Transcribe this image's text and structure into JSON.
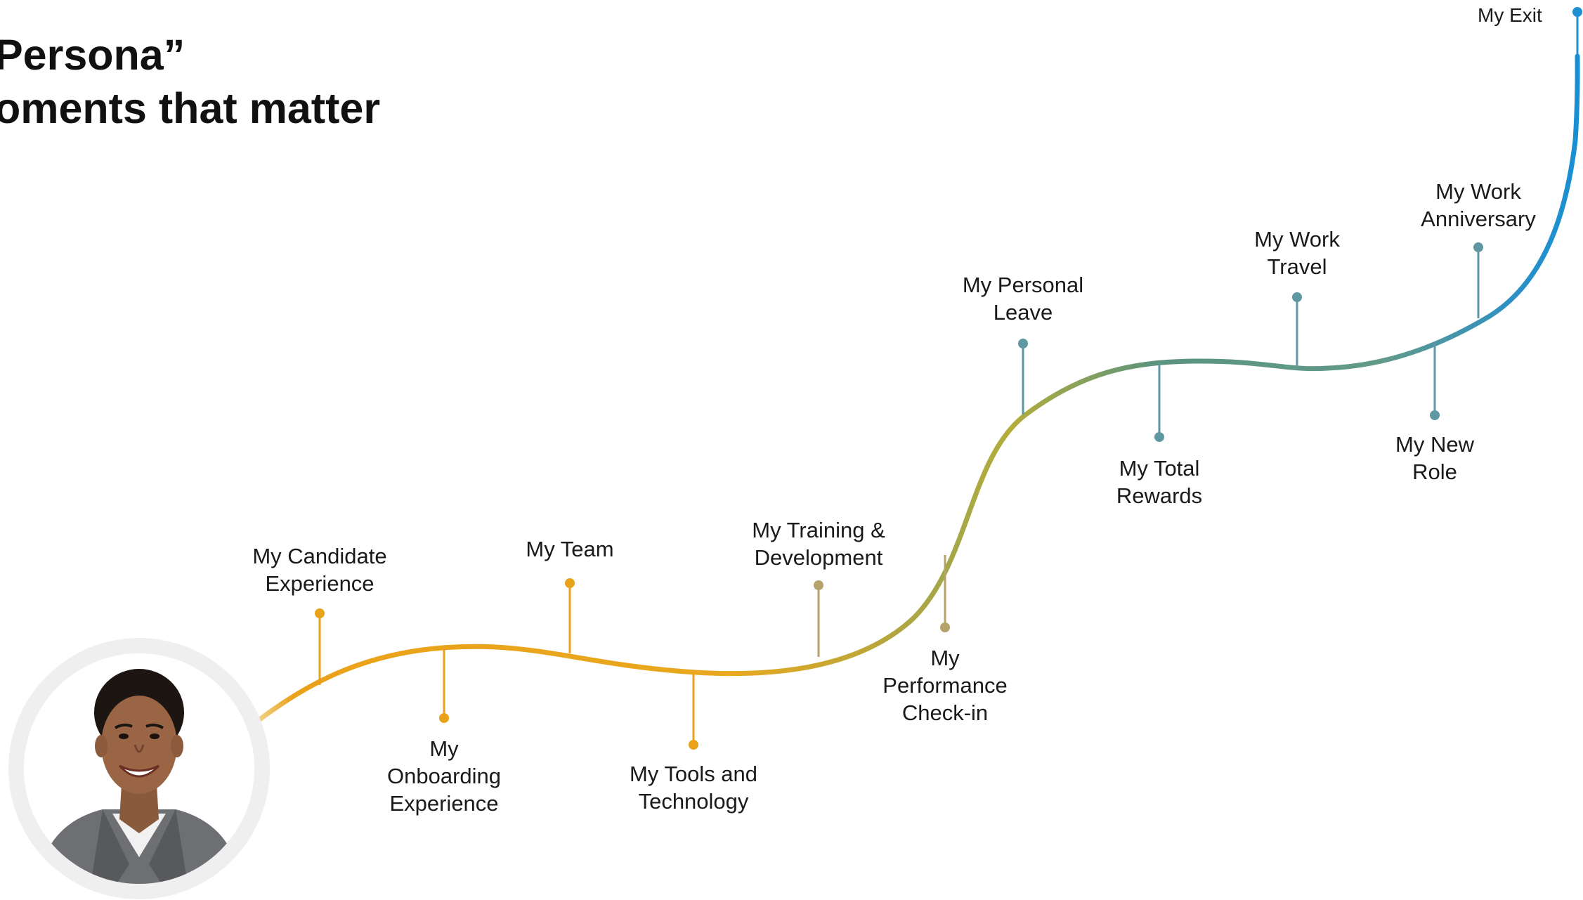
{
  "title": {
    "line1": "Persona”",
    "line2": "oments that matter"
  },
  "moments": [
    {
      "id": "candidate",
      "lines": [
        "My Candidate",
        "Experience"
      ],
      "color": "#eaa21a"
    },
    {
      "id": "onboarding",
      "lines": [
        "My",
        "Onboarding",
        "Experience"
      ],
      "color": "#eaa21a"
    },
    {
      "id": "team",
      "lines": [
        "My Team"
      ],
      "color": "#eaa21a"
    },
    {
      "id": "tools",
      "lines": [
        "My Tools and",
        "Technology"
      ],
      "color": "#eaa21a"
    },
    {
      "id": "training",
      "lines": [
        "My Training &",
        "Development"
      ],
      "color": "#b5a36a"
    },
    {
      "id": "performance",
      "lines": [
        "My",
        "Performance",
        "Check-in"
      ],
      "color": "#b5a36a"
    },
    {
      "id": "personal-leave",
      "lines": [
        "My Personal",
        "Leave"
      ],
      "color": "#5f97a3"
    },
    {
      "id": "total-rewards",
      "lines": [
        "My Total",
        "Rewards"
      ],
      "color": "#5f97a3"
    },
    {
      "id": "work-travel",
      "lines": [
        "My Work",
        "Travel"
      ],
      "color": "#5f97a3"
    },
    {
      "id": "new-role",
      "lines": [
        "My New",
        "Role"
      ],
      "color": "#5f97a3"
    },
    {
      "id": "work-anniversary",
      "lines": [
        "My Work",
        "Anniversary"
      ],
      "color": "#5f97a3"
    },
    {
      "id": "exit",
      "lines": [
        "My Exit"
      ],
      "color": "#1e8fd0"
    }
  ],
  "colors": {
    "gold": "#eaa21a",
    "olive": "#9aab4c",
    "teal": "#5b9780",
    "blue": "#1e8fd0",
    "avatar_ring": "#efefef"
  },
  "avatar": {
    "icon": "person-photo-icon"
  }
}
